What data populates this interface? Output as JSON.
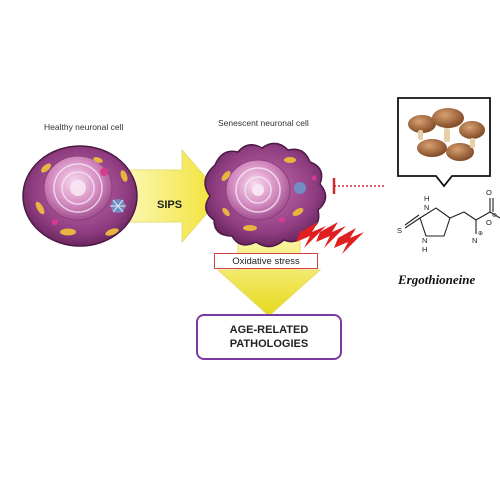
{
  "labels": {
    "healthy_cell": "Healthy neuronal cell",
    "senescent_cell": "Senescent neuronal cell",
    "sips": "SIPS",
    "oxidative_stress": "Oxidative stress",
    "pathologies_line1": "AGE-RELATED",
    "pathologies_line2": "PATHOLOGIES",
    "compound": "Ergothioneine"
  },
  "chemistry": {
    "atom_s": "S",
    "atom_h_top": "H",
    "atom_n_top": "N",
    "atom_n_bottom": "N",
    "atom_h_bottom": "H",
    "atom_o_top": "O",
    "atom_o_minus": "O",
    "minus_sign": "⊖",
    "atom_n_plus": "N",
    "plus_sign": "⊕"
  },
  "colors": {
    "cell_purple": "#7a2f6e",
    "nucleus_pink": "#d88fc8",
    "arrow_yellow": "#f2e53a",
    "lightning_red": "#e02020",
    "inhibit_red": "#d02b2b",
    "box_purple": "#7b3aa0",
    "mushroom_brown": "#a6683c"
  }
}
